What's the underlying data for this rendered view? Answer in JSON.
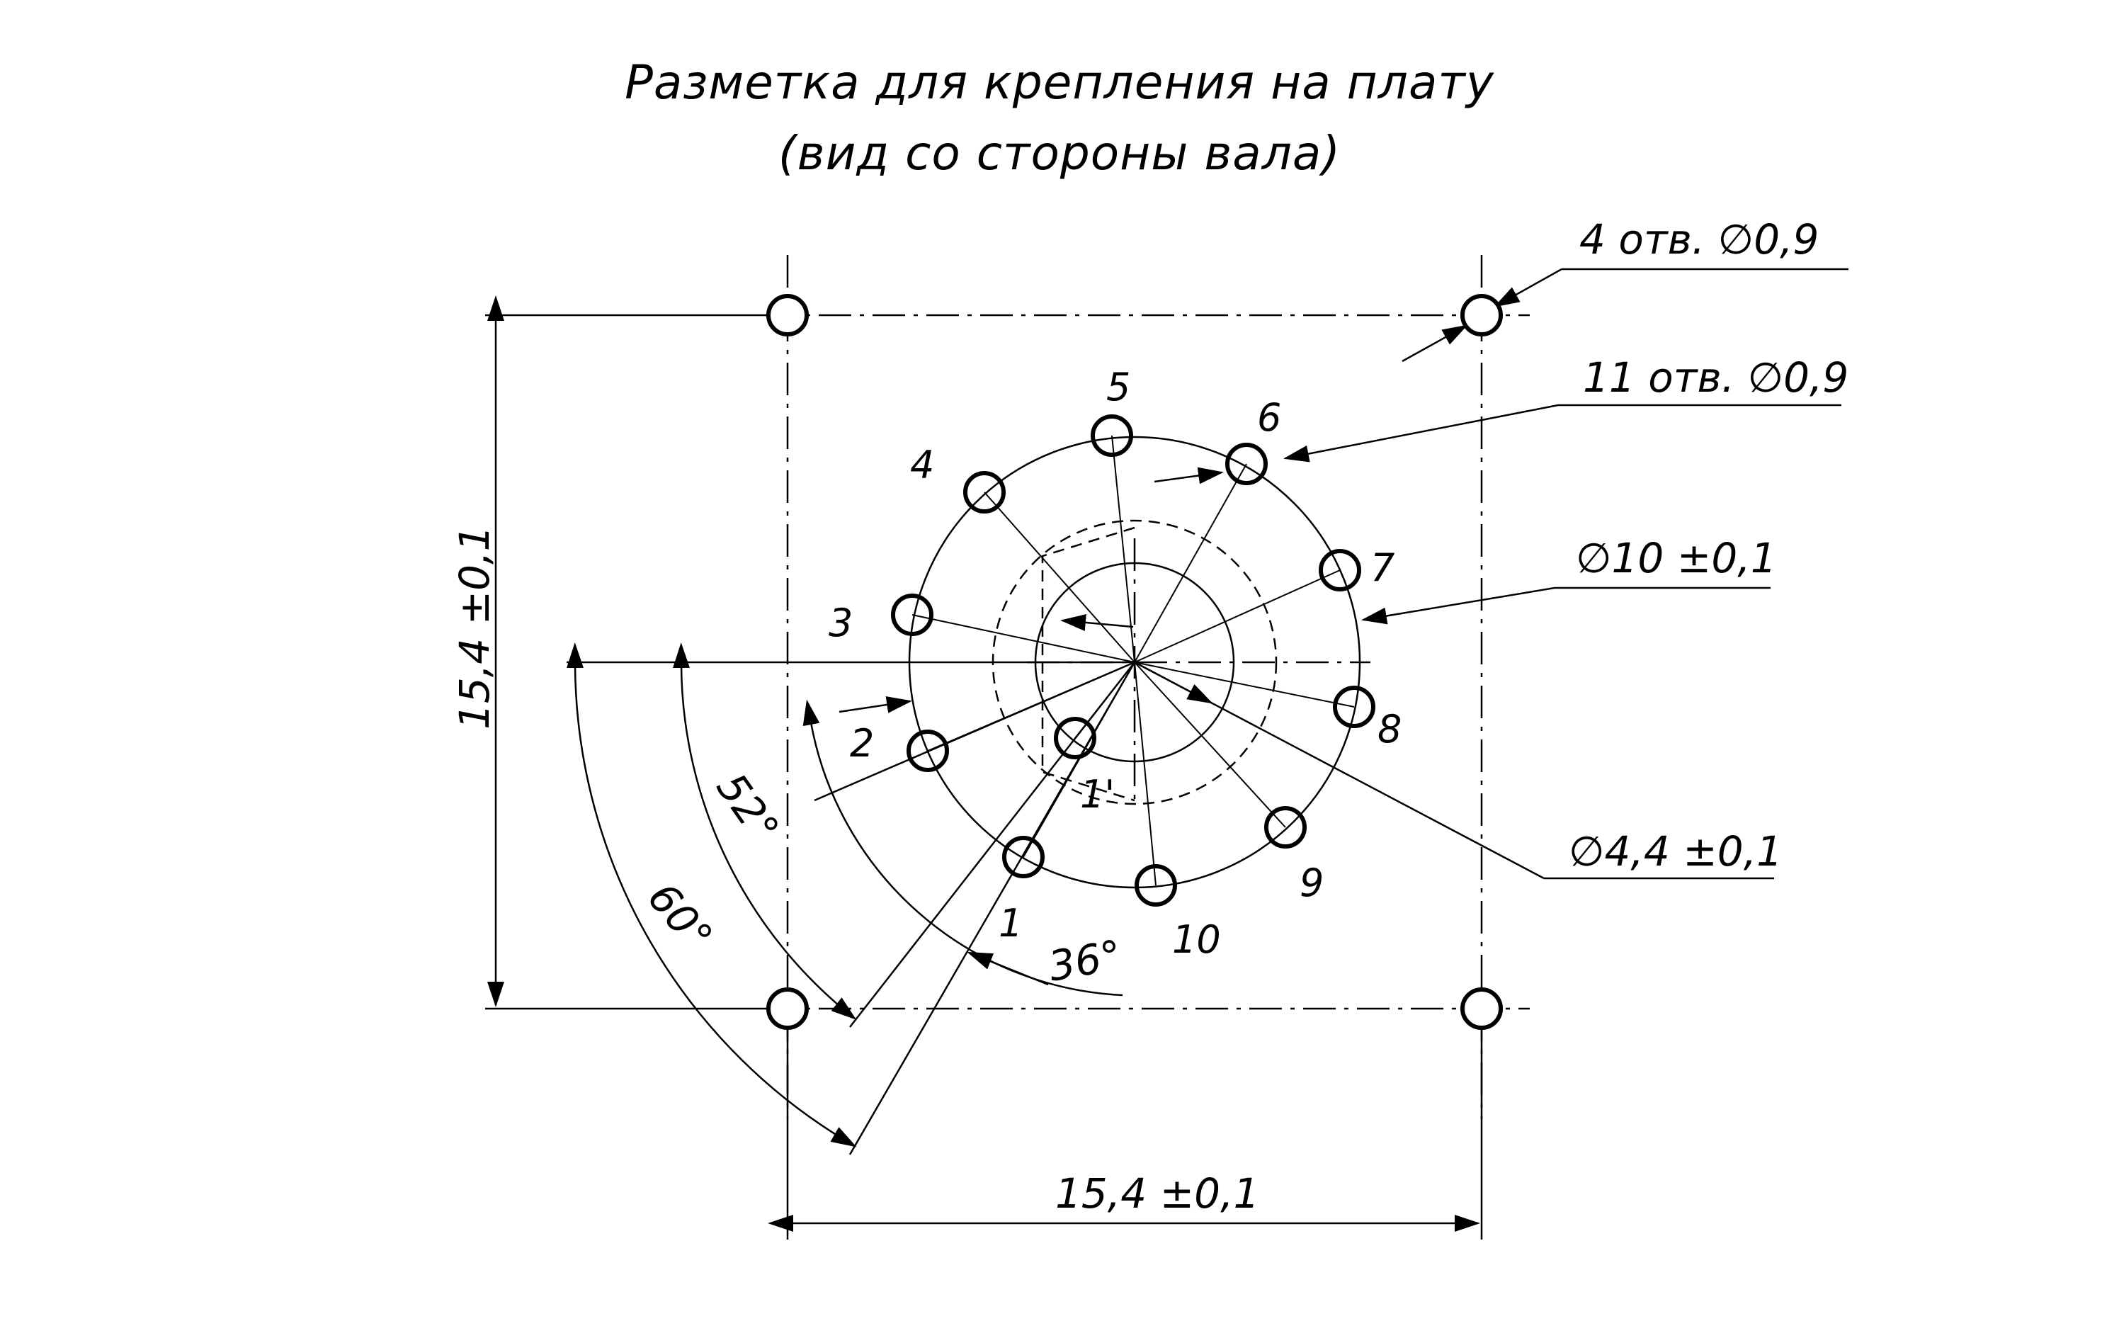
{
  "title_line1": "Разметка для крепления на плату",
  "title_line2": "(вид со стороны вала)",
  "labels": {
    "mount_holes": "4 отв. ∅0,9",
    "pin_holes": "11 отв. ∅0,9",
    "diam_pitch": "∅10 ±0,1",
    "diam_center": "∅4,4 ±0,1",
    "vertical_dim": "15,4 ±0,1",
    "horizontal_dim": "15,4 ±0,1",
    "angle_52": "52°",
    "angle_60": "60°",
    "angle_36": "36°"
  },
  "pins": {
    "p1": "1",
    "p1prime": "1'",
    "p2": "2",
    "p3": "3",
    "p4": "4",
    "p5": "5",
    "p6": "6",
    "p7": "7",
    "p8": "8",
    "p9": "9",
    "p10": "10"
  },
  "colors": {
    "ink": "#000000",
    "paper": "#ffffff"
  }
}
